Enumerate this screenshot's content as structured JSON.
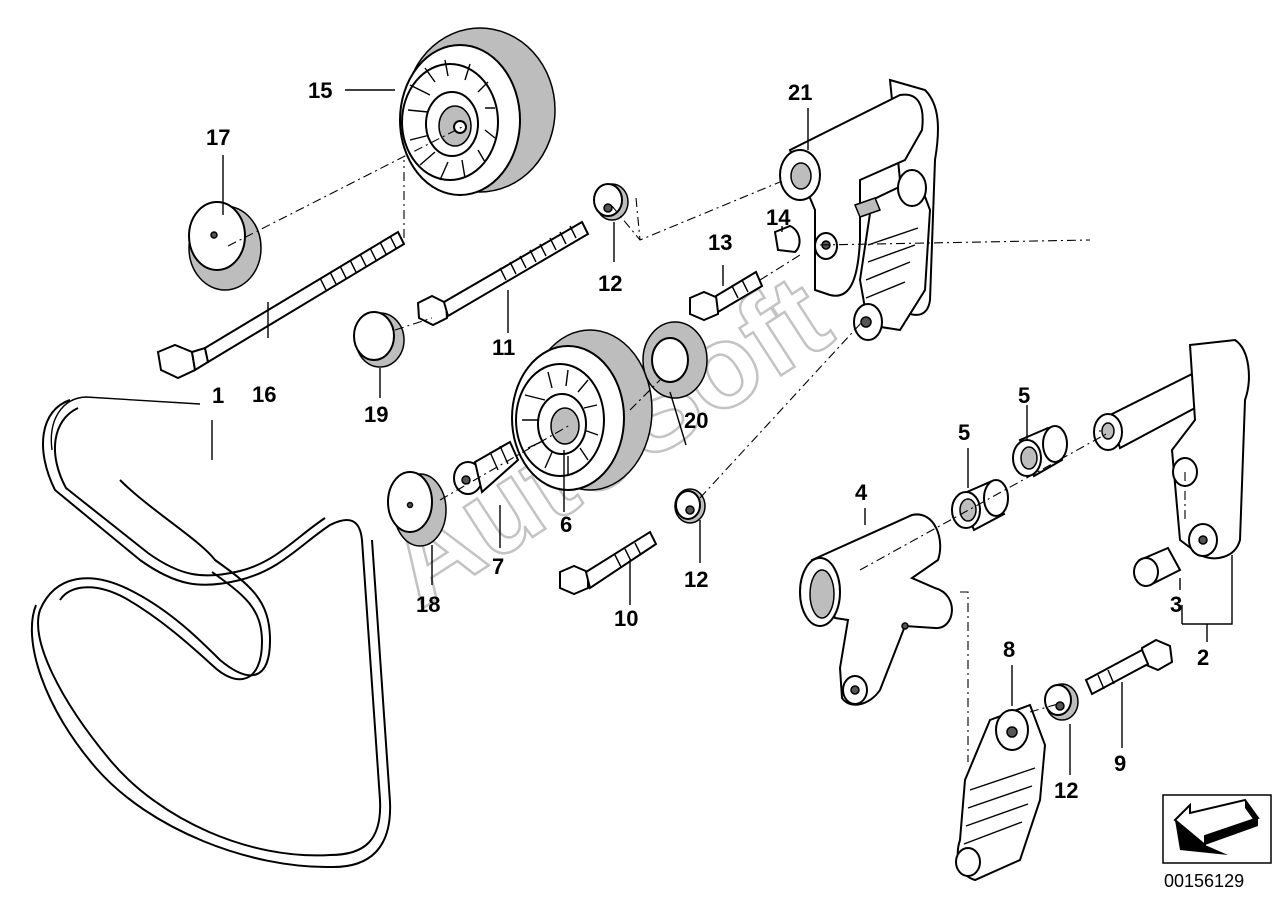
{
  "diagram": {
    "title": "",
    "id_number": "00156129",
    "watermark": "AutoSoft",
    "callouts": {
      "c1": "1",
      "c2": "2",
      "c3": "3",
      "c4": "4",
      "c5a": "5",
      "c5b": "5",
      "c6": "6",
      "c7": "7",
      "c8": "8",
      "c9": "9",
      "c10": "10",
      "c11": "11",
      "c12a": "12",
      "c12b": "12",
      "c12c": "12",
      "c13": "13",
      "c14": "14",
      "c15": "15",
      "c16": "16",
      "c17": "17",
      "c18": "18",
      "c19": "19",
      "c20": "20",
      "c21": "21"
    },
    "parts": [
      "ribbed-belt",
      "tensioner-arm",
      "bushing",
      "tensioner-pulley-housing",
      "needle-bearing",
      "pulley-bolt",
      "pulley-bolt-short",
      "hydraulic-tensioner",
      "hex-bolt",
      "hex-bolt",
      "stud-bolt",
      "washer",
      "hex-bolt",
      "retaining-clip",
      "idler-pulley",
      "long-hex-bolt",
      "pulley-cap",
      "dust-cap",
      "cover-cap",
      "idler-pulley-with-washer",
      "tensioner-assembly"
    ],
    "nav_icon": "arrow-icon",
    "accent_color": "#000000"
  }
}
